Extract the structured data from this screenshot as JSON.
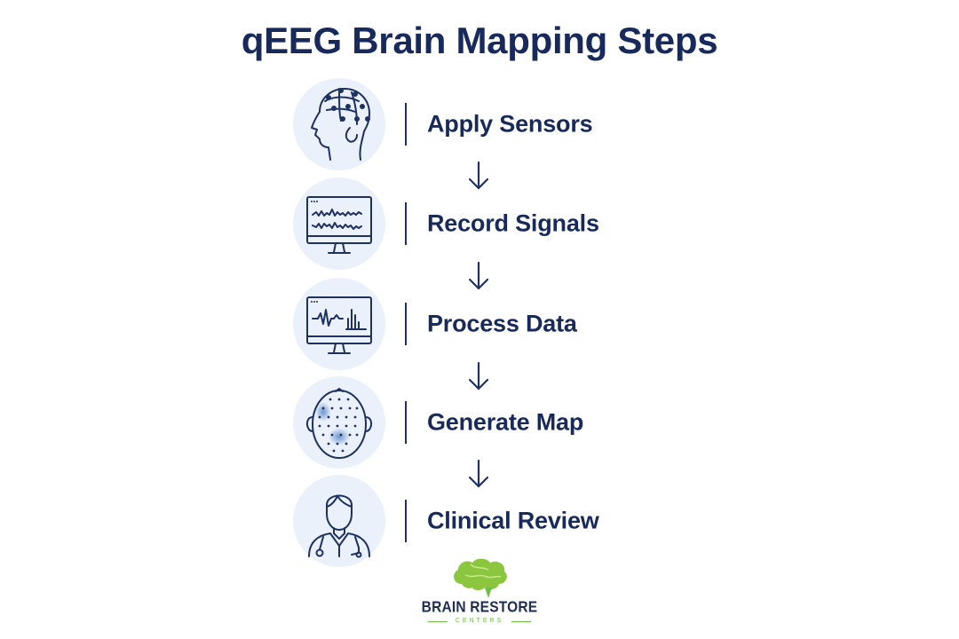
{
  "title": "qEEG Brain Mapping Steps",
  "steps": [
    {
      "label": "Apply Sensors",
      "icon": "eeg-cap-head-icon"
    },
    {
      "label": "Record Signals",
      "icon": "monitor-waves-icon"
    },
    {
      "label": "Process Data",
      "icon": "monitor-analysis-icon"
    },
    {
      "label": "Generate Map",
      "icon": "brain-map-head-icon"
    },
    {
      "label": "Clinical Review",
      "icon": "doctor-icon"
    }
  ],
  "logo": {
    "brand": "BRAIN RESTORE",
    "sub": "CENTERS",
    "icon": "brain-logo-icon"
  },
  "colors": {
    "text": "#172a5b",
    "icon_stroke": "#1f3163",
    "circle_bg": "#eaf1fa",
    "accent_green": "#8cc63f",
    "map_blue": "#4d7fc4"
  }
}
